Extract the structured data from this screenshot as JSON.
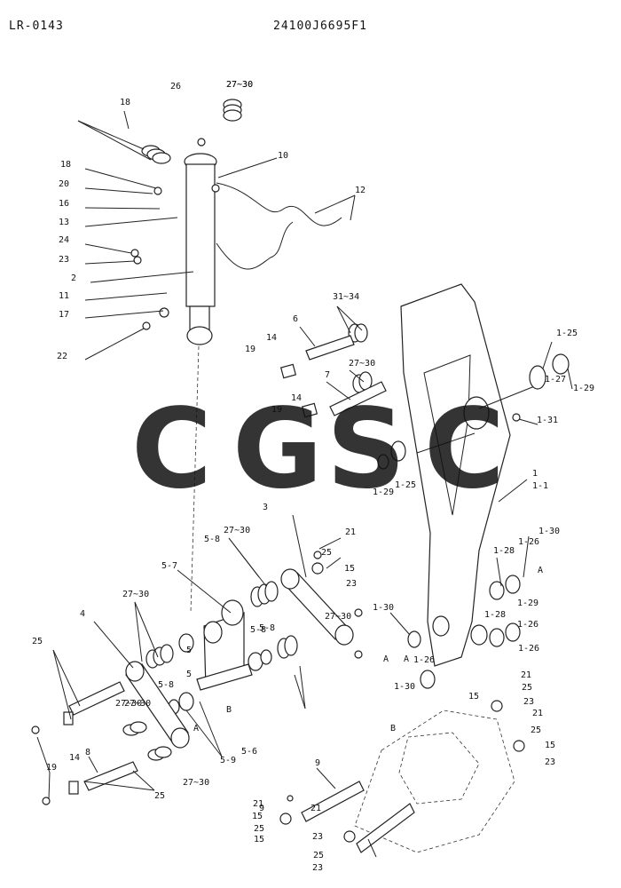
{
  "header": {
    "left_code": "LR-0143",
    "right_code": "24100J6695F1"
  },
  "watermark": {
    "letters": [
      {
        "char": "C",
        "color": "#5b8def"
      },
      {
        "char": "G",
        "color": "#ee6b5b"
      },
      {
        "char": "S",
        "color": "#f5c84a"
      },
      {
        "char": "C",
        "color": "#3fa96e"
      }
    ]
  },
  "callouts": [
    "LR-0143",
    "26",
    "27~30",
    "27~30",
    "18",
    "10",
    "18",
    "20",
    "12",
    "16",
    "13",
    "24",
    "23",
    "2",
    "11",
    "17",
    "22",
    "31~34",
    "6",
    "1-25",
    "14",
    "19",
    "7",
    "27~30",
    "1-27",
    "1-29",
    "14",
    "19",
    "1-31",
    "1-25",
    "1-29",
    "1",
    "1-1",
    "3",
    "21",
    "25",
    "27~30",
    "15",
    "5-8",
    "23",
    "5-7",
    "1-30",
    "1-28",
    "1-26",
    "A",
    "5-8",
    "27~30",
    "1-26",
    "1-29",
    "27~30",
    "1-30",
    "1-28",
    "1-26",
    "A",
    "5-8",
    "5",
    "A",
    "1-30",
    "1-26",
    "5",
    "25",
    "4",
    "21",
    "27~30",
    "5-8",
    "15",
    "25",
    "23",
    "B",
    "21",
    "27~30",
    "A",
    "25",
    "15",
    "5-6",
    "23",
    "8",
    "5-9",
    "B",
    "19",
    "14",
    "27~30",
    "9",
    "25",
    "21",
    "15",
    "21",
    "25",
    "15",
    "23",
    "25",
    "23",
    "9"
  ]
}
